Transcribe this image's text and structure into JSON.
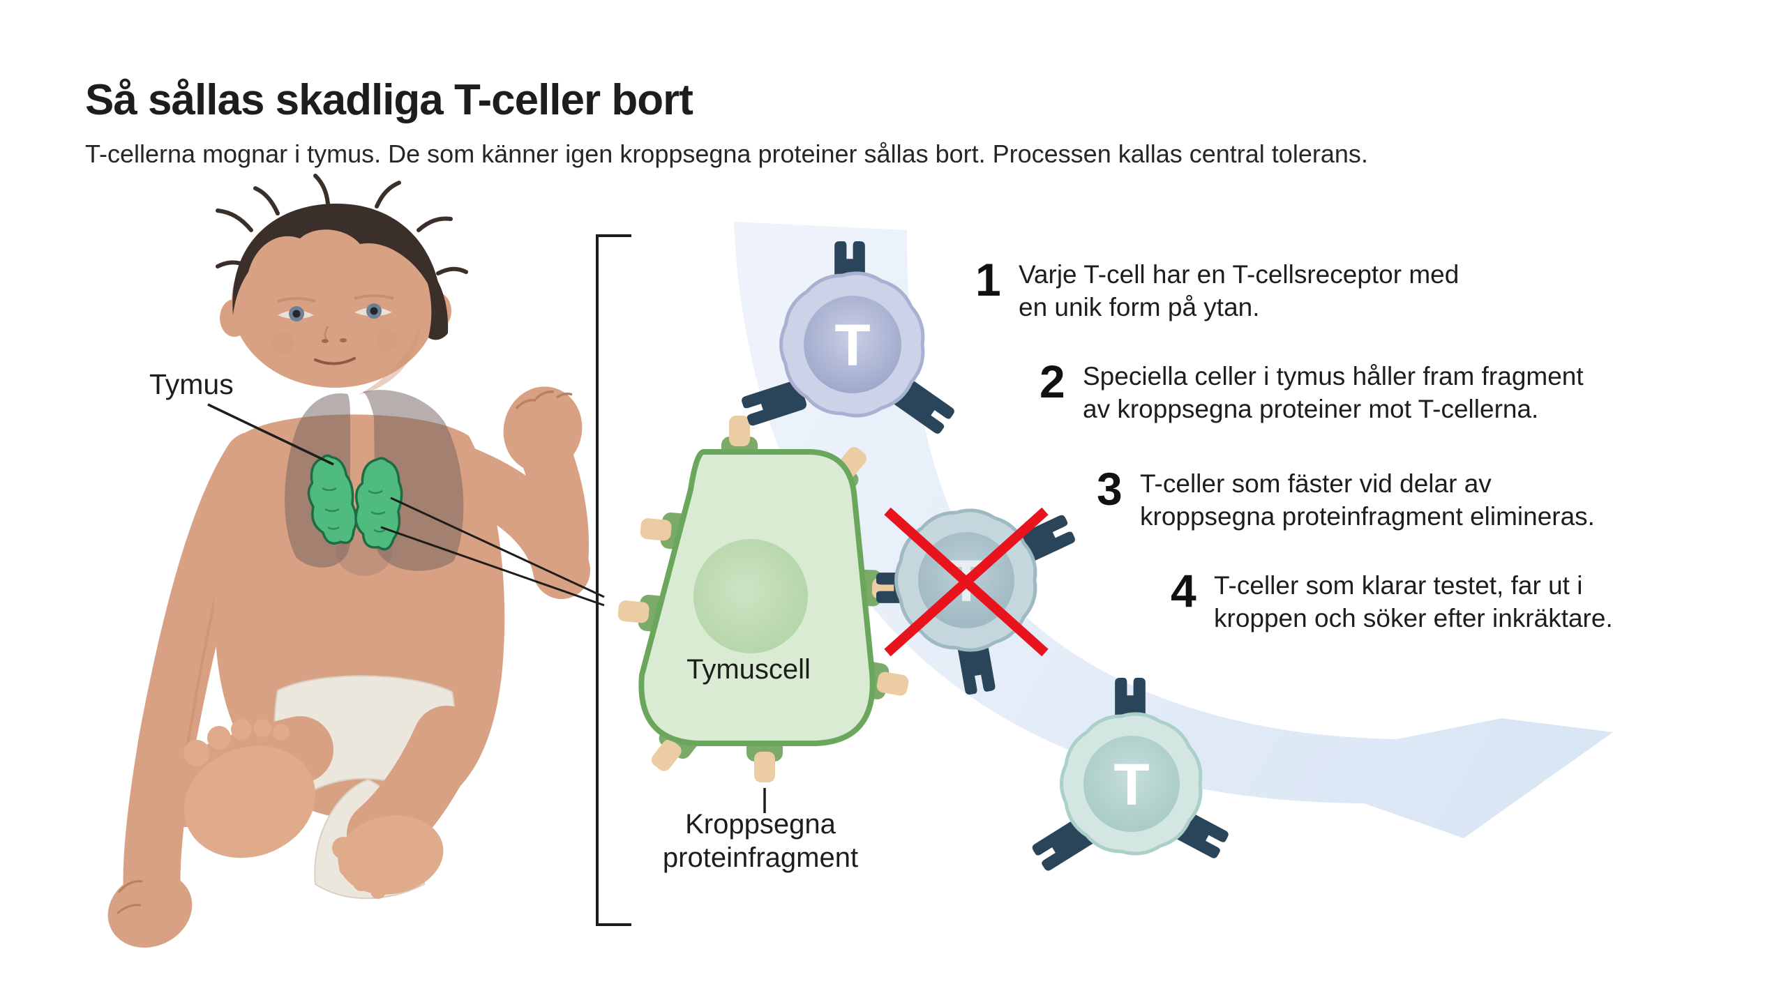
{
  "header": {
    "title": "Så sållas skadliga T-celler bort",
    "subtitle": "T-cellerna mognar i tymus. De som känner igen kroppsegna proteiner sållas bort. Processen kallas central tolerans."
  },
  "anatomy": {
    "tymus_label": "Tymus",
    "tymuscell_label": "Tymuscell",
    "fragment_label_line1": "Kroppsegna",
    "fragment_label_line2": "proteinfragment"
  },
  "cells": {
    "t_cell_letter": "T"
  },
  "steps": [
    {
      "number": "1",
      "line1": "Varje T-cell har en T-cellsreceptor med",
      "line2": "en unik form på ytan."
    },
    {
      "number": "2",
      "line1": "Speciella celler i tymus håller fram fragment",
      "line2": "av kroppsegna proteiner mot T-cellerna."
    },
    {
      "number": "3",
      "line1": "T-celler som fäster vid delar av",
      "line2": "kroppsegna proteinfragment elimineras."
    },
    {
      "number": "4",
      "line1": "T-celler som klarar testet, far ut i",
      "line2": "kroppen och söker efter inkräktare."
    }
  ],
  "colors": {
    "text": "#1d1d1b",
    "cross_red": "#e8131d",
    "thymus_green": "#4fbb7e",
    "thymus_cell_green": "#d9ecd3",
    "t_cell_lavender": "#ccd3e8",
    "t_cell_grey": "#c6d6dd",
    "t_cell_teal": "#d3e6e2",
    "receptor_navy": "#2a4559",
    "fragment_beige": "#eccda3",
    "arrow_blue": "#dce8f6"
  }
}
